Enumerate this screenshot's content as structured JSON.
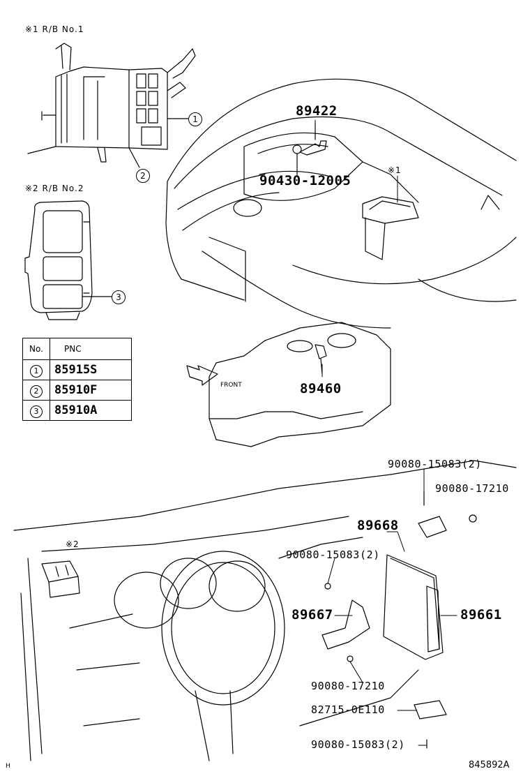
{
  "inset1": {
    "caption": "※1 R/B No.1"
  },
  "inset2": {
    "caption": "※2 R/B No.2"
  },
  "callouts": {
    "c1": "1",
    "c2": "2",
    "c3": "3"
  },
  "pnc_table": {
    "headers": [
      "No.",
      "PNC"
    ],
    "rows": [
      {
        "no": "1",
        "pnc": "85915S"
      },
      {
        "no": "2",
        "pnc": "85910F"
      },
      {
        "no": "3",
        "pnc": "85910A"
      }
    ]
  },
  "parts": {
    "p89422": "89422",
    "p90430": "90430-12005",
    "mark1": "※1",
    "p89460": "89460",
    "front": "FRONT",
    "p90080_15083_top": "90080-15083(2)",
    "p90080_17210_top": "90080-17210",
    "p89668": "89668",
    "p90080_15083_mid": "90080-15083(2)",
    "mark2": "※2",
    "p89667": "89667",
    "p89661": "89661",
    "p90080_17210_bot": "90080-17210",
    "p82715": "82715-0E110",
    "p90080_15083_bot": "90080-15083(2)"
  },
  "footer": {
    "left_mark": "H",
    "code": "845892A"
  }
}
